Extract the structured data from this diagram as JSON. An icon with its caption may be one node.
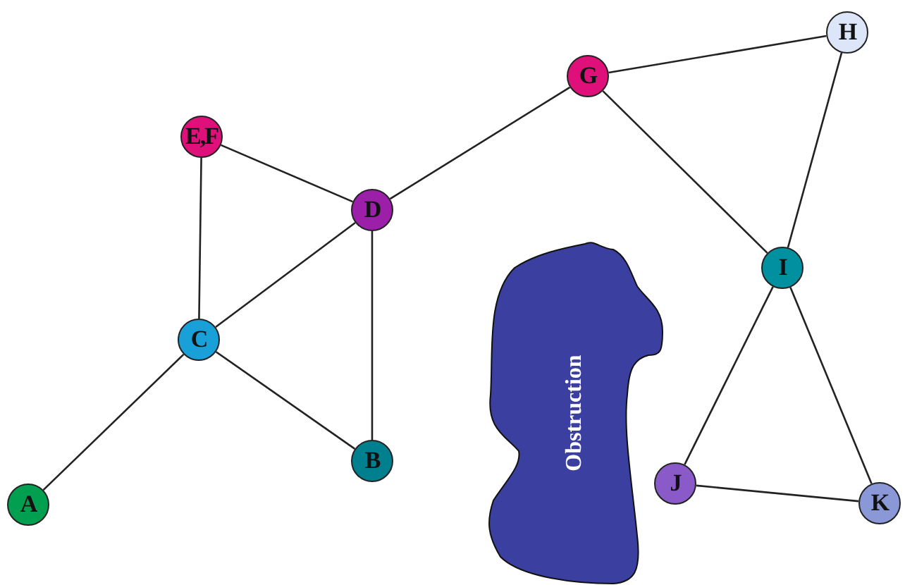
{
  "diagram": {
    "nodes": [
      {
        "text": [
          "H"
        ]
      },
      {
        "text": [
          "G"
        ]
      },
      {
        "text": [
          "E,F"
        ]
      },
      {
        "text": [
          "D"
        ]
      },
      {
        "text": [
          "Obstruction"
        ]
      },
      {
        "text": [
          "I"
        ]
      },
      {
        "text": [
          "C"
        ]
      },
      {
        "text": [
          "B"
        ]
      },
      {
        "text": [
          "J"
        ]
      },
      {
        "text": [
          "A"
        ]
      },
      {
        "text": [
          "K"
        ]
      }
    ],
    "edges": [
      {
        "from": 1,
        "to": 0,
        "arrow": "none"
      },
      {
        "from": 0,
        "to": 5,
        "arrow": "none"
      },
      {
        "from": 3,
        "to": 1,
        "arrow": "none"
      },
      {
        "from": 1,
        "to": 5,
        "arrow": "none"
      },
      {
        "from": 2,
        "to": 3,
        "arrow": "none"
      },
      {
        "from": 2,
        "to": 6,
        "arrow": "none"
      },
      {
        "from": 6,
        "to": 3,
        "arrow": "none"
      },
      {
        "from": 3,
        "to": 7,
        "arrow": "none"
      },
      {
        "from": 6,
        "to": 7,
        "arrow": "none"
      },
      {
        "from": 9,
        "to": 6,
        "arrow": "none"
      },
      {
        "from": 5,
        "to": 8,
        "arrow": "none"
      },
      {
        "from": 5,
        "to": 10,
        "arrow": "none"
      },
      {
        "from": 8,
        "to": 10,
        "arrow": "none"
      }
    ]
  }
}
